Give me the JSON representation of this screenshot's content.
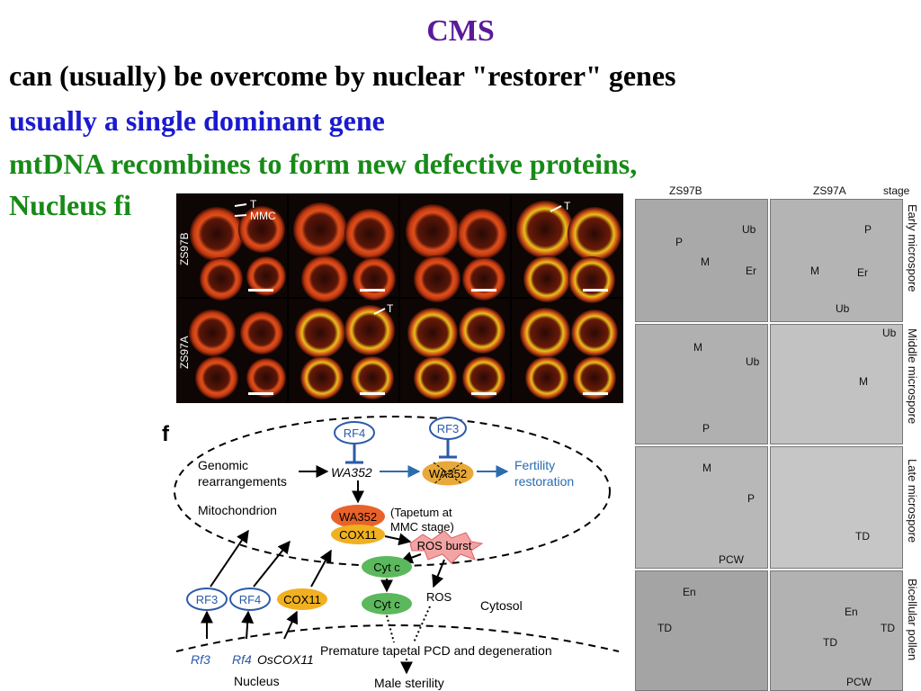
{
  "slide": {
    "title": "CMS",
    "line1": "can (usually) be overcome by nuclear \"restorer\" genes",
    "line2": "usually a single dominant gene",
    "line3": "mtDNA recombines to form new defective proteins,",
    "line4": "Nucleus fi"
  },
  "fluorescence": {
    "row_labels": [
      "ZS97B",
      "ZS97A"
    ],
    "annotations": [
      "T",
      "MMC",
      "T",
      "T"
    ]
  },
  "em": {
    "col_headers": [
      "ZS97B",
      "ZS97A",
      "stage"
    ],
    "stages": [
      "Early microspore",
      "Middle microspore",
      "Late microspore",
      "Bicellular pollen"
    ],
    "labels": {
      "r1a": [
        "Ub",
        "P",
        "M",
        "Er"
      ],
      "r1b": [
        "P",
        "M",
        "Er",
        "Ub"
      ],
      "r2a": [
        "M",
        "Ub",
        "P"
      ],
      "r2b": [
        "Ub",
        "M"
      ],
      "r3a": [
        "M",
        "P",
        "PCW"
      ],
      "r3b": [
        "TD"
      ],
      "r4a": [
        "En",
        "TD"
      ],
      "r4b": [
        "En",
        "TD",
        "TD",
        "PCW"
      ]
    }
  },
  "diagram": {
    "panel_letter": "f",
    "rf4_top": "RF4",
    "rf3_top": "RF3",
    "genomic": "Genomic",
    "rearrangements": "rearrangements",
    "wa352_a": "WA352",
    "wa352_b": "WA352",
    "fertility": "Fertility",
    "restoration": "restoration",
    "mitochondrion": "Mitochondrion",
    "wa352_c": "WA352",
    "cox11_a": "COX11",
    "tapetum1": "(Tapetum at",
    "tapetum2": "MMC stage)",
    "ros_burst": "ROS burst",
    "cytc_a": "Cyt c",
    "cytc_b": "Cyt c",
    "ros": "ROS",
    "cytosol": "Cytosol",
    "rf3_bottom": "RF3",
    "rf4_bottom": "RF4",
    "cox11_b": "COX11",
    "gene_rf3": "Rf3",
    "gene_rf4": "Rf4",
    "gene_oscox11": "OsCOX11",
    "nucleus": "Nucleus",
    "pcd": "Premature tapetal PCD and degeneration",
    "male_sterility": "Male sterility"
  }
}
